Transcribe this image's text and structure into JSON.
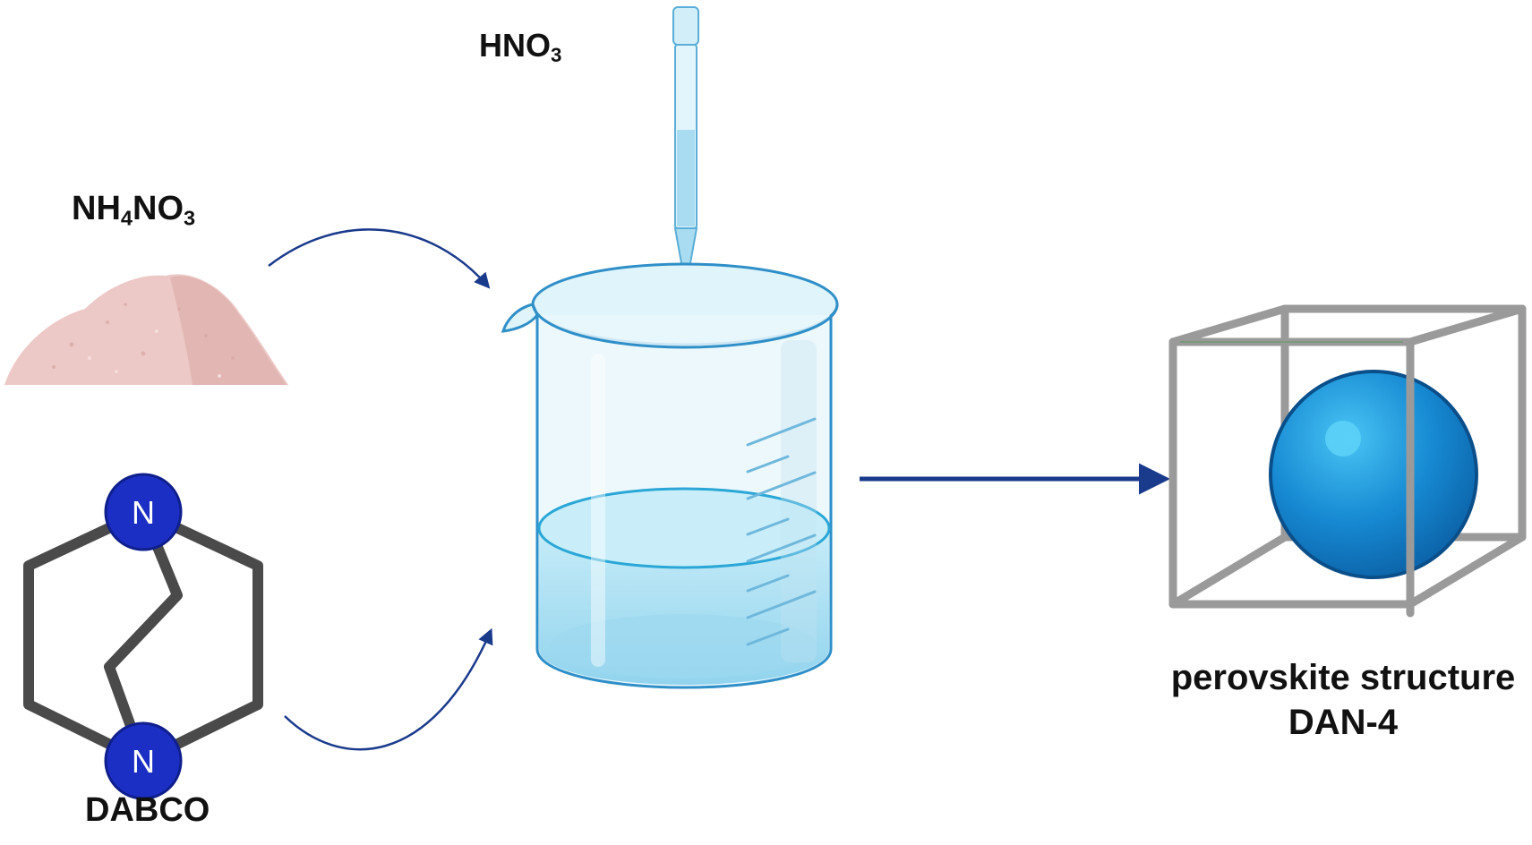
{
  "labels": {
    "hno3": {
      "base": "HNO",
      "sub": "3"
    },
    "nh4no3": {
      "p1": "NH",
      "sub1": "4",
      "p2": "NO",
      "sub2": "3"
    },
    "dabco": "DABCO",
    "product_line1": "perovskite structure",
    "product_line2": "DAN-4"
  },
  "molecule": {
    "atom_upper": "N",
    "atom_lower": "N"
  },
  "colors": {
    "arrow": "#1a3a8c",
    "nitrogen_atom": "#1c2fc4",
    "bond": "#4a4a4a",
    "powder": "#ecc9c6",
    "liquid": "#a9dcf1",
    "glass_outline": "#2f8fc8",
    "sphere": "#1a8fd6",
    "cube_frame": "#9a9a9a"
  }
}
